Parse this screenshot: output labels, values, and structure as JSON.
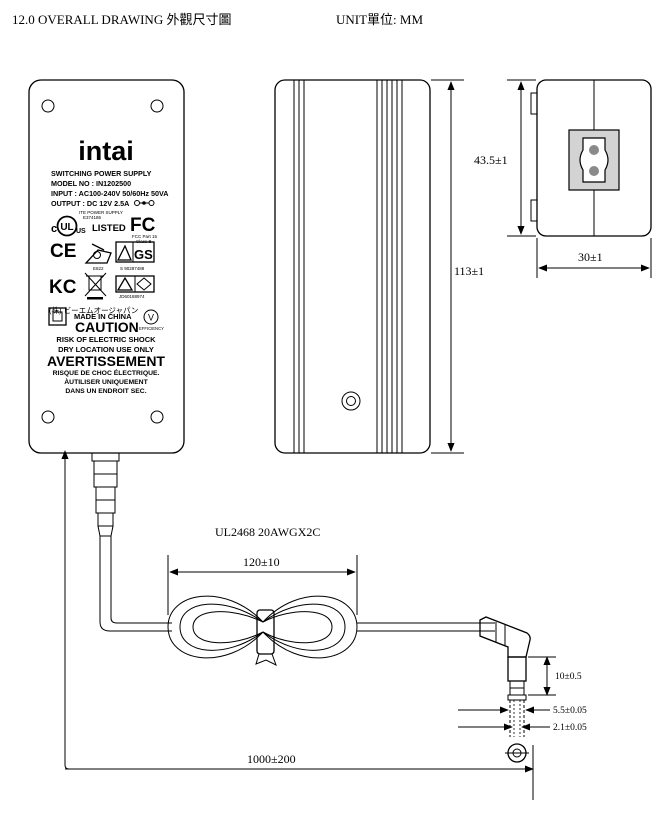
{
  "header": {
    "title": "12.0 OVERALL DRAWING 外觀尺寸圖",
    "unit": "UNIT單位: MM"
  },
  "label": {
    "brand": "intai",
    "line1": "SWITCHING POWER SUPPLY",
    "line2": "MODEL NO : IN1202500",
    "line3": "INPUT : AC100-240V 50/60Hz 50VA",
    "line4": "OUTPUT : DC 12V 2.5A",
    "ul_small": "ITE POWER SUPPLY",
    "ul_small2": "E374186",
    "ul_listed": "LISTED",
    "ul_c": "c",
    "ul_us": "US",
    "ul_mark": "UL",
    "fcc_mark": "FC",
    "fcc_text": "FCC Part 15",
    "fcc_class": "Class B",
    "ce_mark": "CE",
    "e_code": "E822",
    "gs_mark": "GS",
    "gs_code": "S 90287488",
    "kc_mark": "KC",
    "jp_code": "JD60188974",
    "jp_text": "(株) ビーエムオージャパン",
    "made_in": "MADE IN CHINA",
    "efficiency": "V",
    "efficiency_label": "EFFICIENCY",
    "caution": "CAUTION",
    "risk1": "RISK OF ELECTRIC SHOCK",
    "risk2": "DRY LOCATION USE ONLY",
    "avert": "AVERTISSEMENT",
    "fr1": "RISQUE DE CHOC ÉLECTRIQUE.",
    "fr2": "ÀUTILISER UNIQUEMENT",
    "fr3": "DANS UN ENDROIT SEC."
  },
  "dimensions": {
    "height_side": "43.5±1",
    "width_side": "30±1",
    "length": "113±1",
    "cable_spec": "UL2468 20AWGX2C",
    "coil": "120±10",
    "plug_len": "10±0.5",
    "plug_od": "5.5±0.05",
    "plug_id": "2.1±0.05",
    "cable_len": "1000±200"
  }
}
